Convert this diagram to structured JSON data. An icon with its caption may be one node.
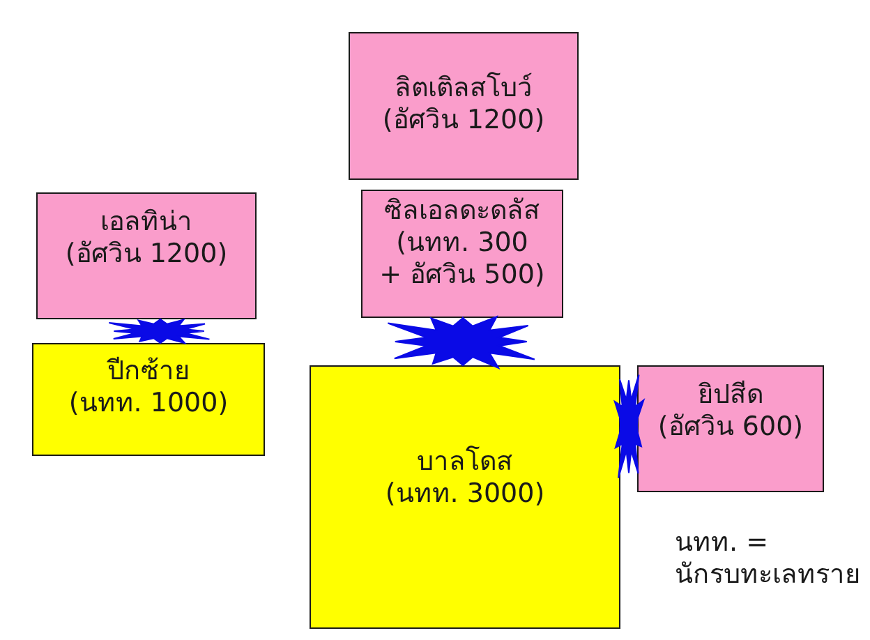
{
  "diagram": {
    "nodes": [
      {
        "text": [
          "ลิตเติลสโบว์",
          "(อัศวิน 1200)"
        ]
      },
      {
        "text": [
          "เอลทิน่า",
          "(อัศวิน 1200)"
        ]
      },
      {
        "text": [
          "ซิลเอลดะดลัส",
          "(นทท. 300 + อัศวิน 500)"
        ]
      },
      {
        "text": [
          "ปีกซ้าย",
          "(นทท. 1000)"
        ]
      },
      {
        "text": [
          "บาลโดส",
          "(นทท. 3000)"
        ]
      },
      {
        "text": [
          "ยิปสีด",
          "(อัศวิน 600)"
        ]
      }
    ],
    "edges": [
      {
        "from": 1,
        "to": 3,
        "arrow": "none"
      },
      {
        "from": 2,
        "to": 4,
        "arrow": "none"
      },
      {
        "from": 4,
        "to": 5,
        "arrow": "none"
      }
    ],
    "labels": [
      "นทท. = นักรบทะเลทราย"
    ]
  }
}
